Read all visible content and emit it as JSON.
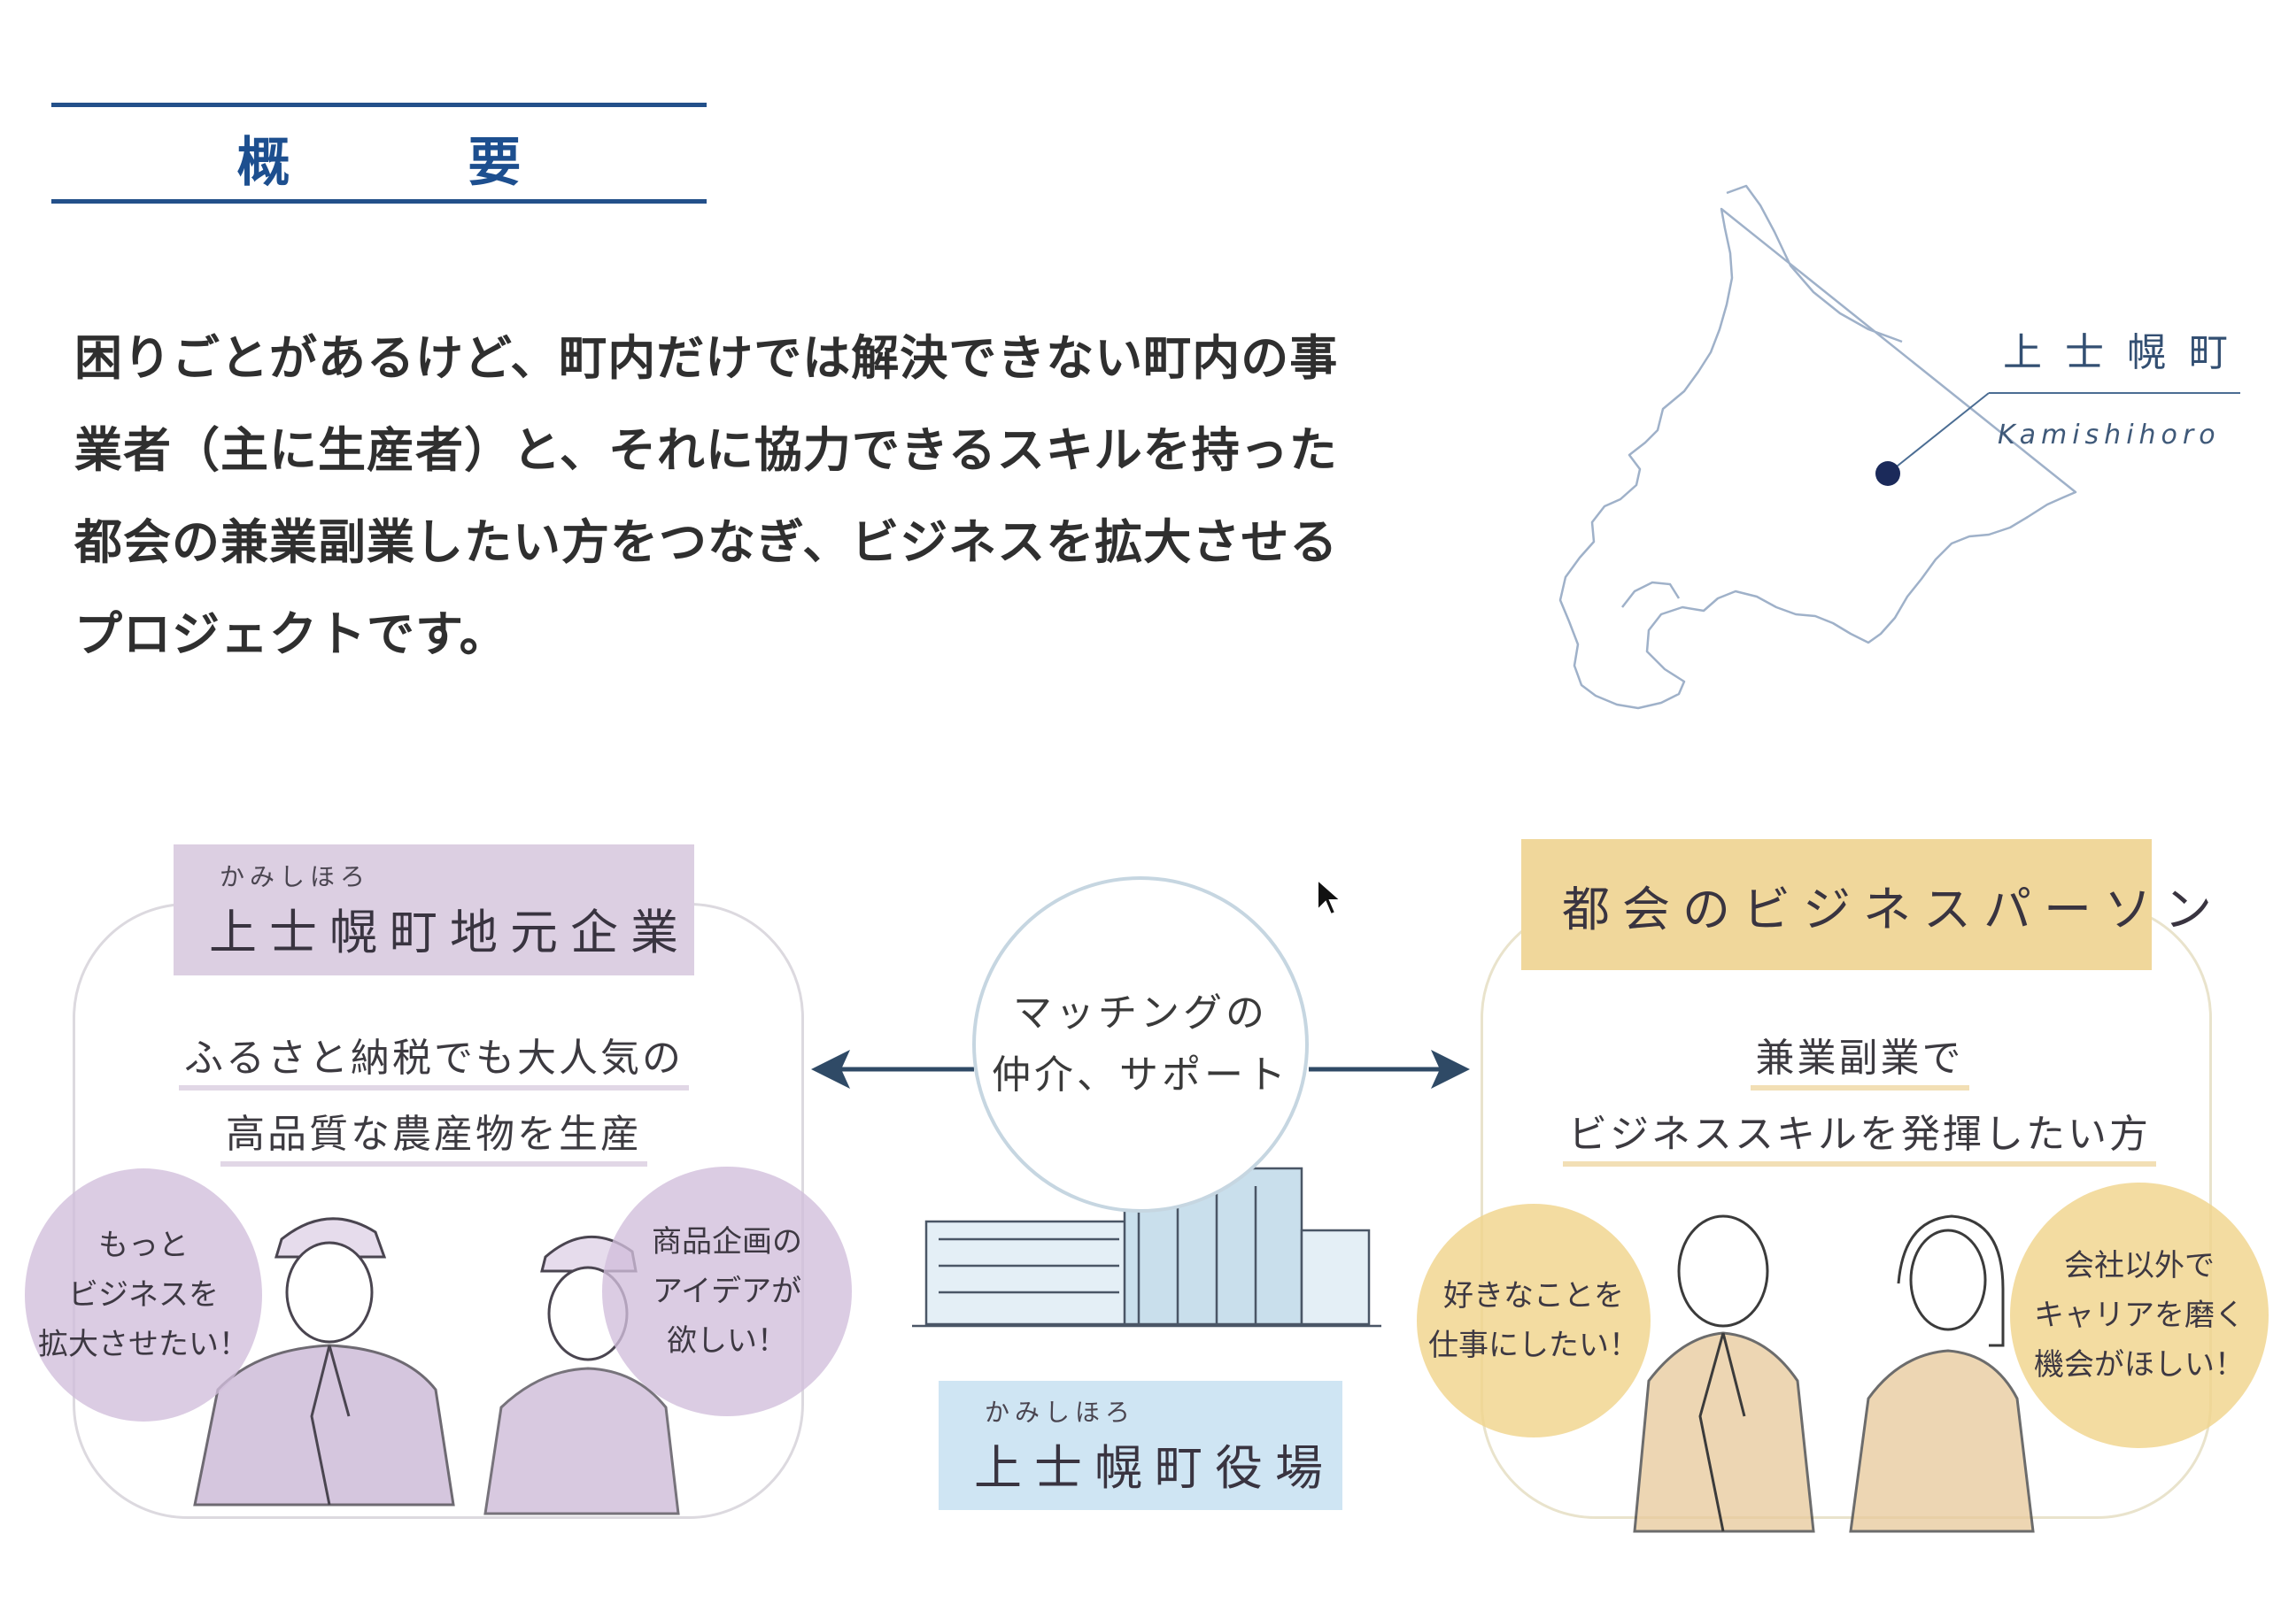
{
  "heading": {
    "title": "概 要"
  },
  "intro": {
    "lines": [
      "困りごとがあるけど、町内だけでは解決できない町内の事",
      "業者（主に生産者）と、それに協力できるスキルを持った",
      "都会の兼業副業したい方をつなぎ、ビジネスを拡大させる",
      "プロジェクトです。"
    ]
  },
  "map": {
    "label_ja": "上士幌町",
    "label_en": "Kamishihoro"
  },
  "left_group": {
    "ruby": "かみしほろ",
    "title": "上士幌町地元企業",
    "desc": [
      "ふるさと納税でも大人気の",
      "高品質な農産物を生産"
    ],
    "bubble_1": [
      "もっと",
      "ビジネスを",
      "拡大させたい！"
    ],
    "bubble_2": [
      "商品企画の",
      "アイデアが",
      "欲しい！"
    ]
  },
  "center_group": {
    "circle_text": [
      "マッチングの",
      "仲介、サポート"
    ],
    "ruby": "かみしほろ",
    "title": "上士幌町役場"
  },
  "right_group": {
    "title": "都会のビジネスパーソン",
    "desc": [
      "兼業副業で",
      "ビジネススキルを発揮したい方"
    ],
    "bubble_1": [
      "好きなことを",
      "仕事にしたい！"
    ],
    "bubble_2": [
      "会社以外で",
      "キャリアを磨く",
      "機会がほしい！"
    ]
  },
  "colors": {
    "heading_blue": "#23508a",
    "left_accent": "#dccfe2",
    "right_accent": "#f0d79b",
    "center_accent": "#cfe5f3",
    "arrow": "#2f4a66"
  }
}
